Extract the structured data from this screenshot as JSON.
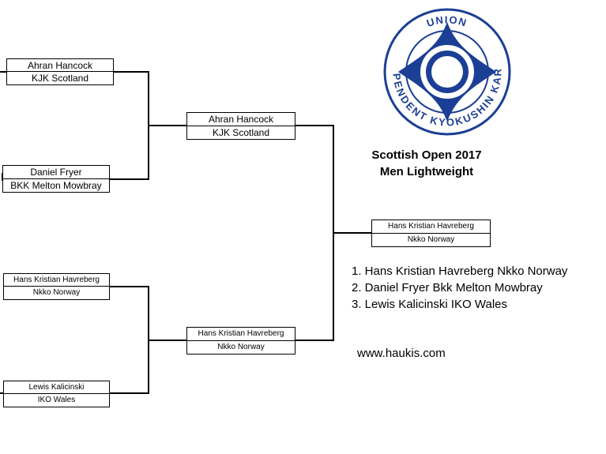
{
  "bracket": {
    "round1": [
      {
        "name": "Ahran Hancock",
        "club": "KJK Scotland"
      },
      {
        "name": "Daniel Fryer",
        "club": "BKK Melton Mowbray"
      },
      {
        "name": "Hans Kristian Havreberg",
        "club": "Nkko Norway"
      },
      {
        "name": "Lewis  Kalicinski",
        "club": "IKO Wales"
      }
    ],
    "round2": [
      {
        "name": "Ahran Hancock",
        "club": "KJK Scotland"
      },
      {
        "name": "Hans Kristian Havreberg",
        "club": "Nkko Norway"
      }
    ],
    "winner": {
      "name": "Hans Kristian Havreberg",
      "club": "Nkko Norway"
    }
  },
  "event": {
    "title_line1": "Scottish Open 2017",
    "title_line2": "Men Lightweight"
  },
  "results": [
    "1. Hans Kristian Havreberg Nkko Norway",
    "2. Daniel Fryer Bkk Melton Mowbray",
    "3. Lewis Kalicinski IKO Wales"
  ],
  "website": "www.haukis.com",
  "logo": {
    "text": "INDEPENDENT KYOKUSHIN KARATE UNION",
    "color": "#1b3f95",
    "icon": "kanku-emblem-icon"
  }
}
